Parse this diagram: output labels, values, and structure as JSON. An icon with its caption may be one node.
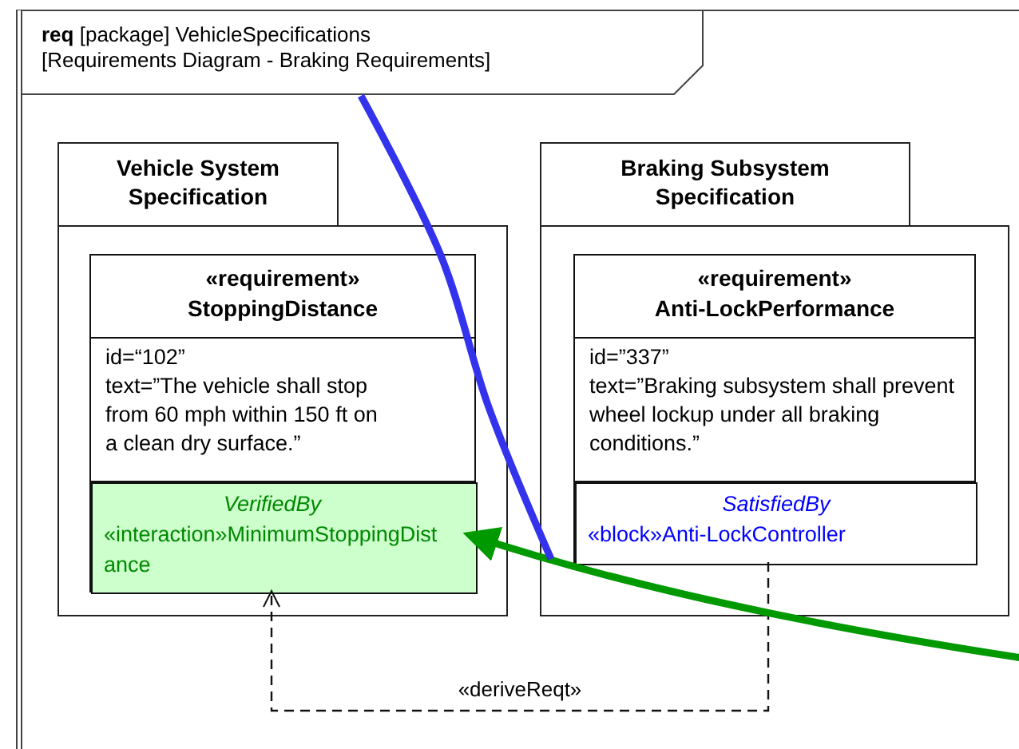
{
  "diagram": {
    "nodes": [
      {
        "text": [
          "**req** [package] VehicleSpecifications",
          "[Requirements Diagram - Braking Requirements]"
        ]
      },
      {
        "text": [
          "Vehicle System Specification"
        ],
        "in": 0
      },
      {
        "text": [
          "«requirement»",
          "StoppingDistance",
          "id=“102”",
          "text=”The vehicle shall stop from 60 mph within 150 ft on a clean dry surface.”"
        ],
        "in": 1
      },
      {
        "text": [
          "VerifiedBy",
          "«interaction»MinimumStoppingDistance"
        ],
        "in": 2
      },
      {
        "text": [
          "Braking Subsystem Specification"
        ],
        "in": 0
      },
      {
        "text": [
          "«requirement»",
          "Anti-LockPerformance",
          "id=”337”",
          "text=”Braking subsystem shall prevent wheel lockup under all braking conditions.”"
        ],
        "in": 4
      },
      {
        "text": [
          "SatisfiedBy",
          "«block»Anti-LockController"
        ],
        "in": 5
      }
    ],
    "edges": [
      {
        "from": 5,
        "to": 2,
        "arrow": "to",
        "label": "«deriveReqt»",
        "style": "dashed"
      },
      {
        "from": null,
        "to": 3,
        "arrow": "to",
        "color": "#009900"
      },
      {
        "from": null,
        "to": 4,
        "arrow": "none",
        "color": "#3333ee"
      }
    ]
  }
}
